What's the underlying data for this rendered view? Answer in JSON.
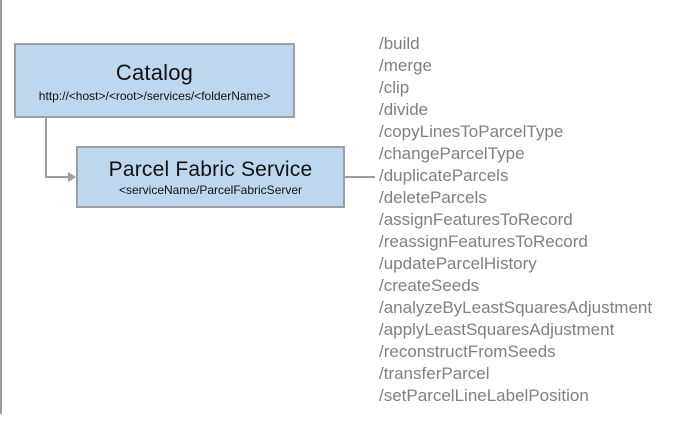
{
  "diagram": {
    "nodes": [
      {
        "name": "catalog",
        "title": "Catalog",
        "subtitle": "http://<host>/<root>/services/<folderName>"
      },
      {
        "name": "parcel-fabric-service",
        "title": "Parcel Fabric Service",
        "subtitle": "<serviceName/ParcelFabricServer"
      }
    ],
    "operations": [
      "/build",
      "/merge",
      "/clip",
      "/divide",
      "/copyLinesToParcelType",
      "/changeParcelType",
      "/duplicateParcels",
      "/deleteParcels",
      "/assignFeaturesToRecord",
      "/reassignFeaturesToRecord",
      "/updateParcelHistory",
      "/createSeeds",
      "/analyzeByLeastSquaresAdjustment",
      "/applyLeastSquaresAdjustment",
      "/reconstructFromSeeds",
      "/transferParcel",
      "/setParcelLineLabelPosition"
    ],
    "colors": {
      "node_fill": "#bdd7ee",
      "node_border": "#9e9e9e",
      "connector": "#9e9e9e",
      "operation_text": "#808080",
      "background": "#ffffff"
    }
  }
}
